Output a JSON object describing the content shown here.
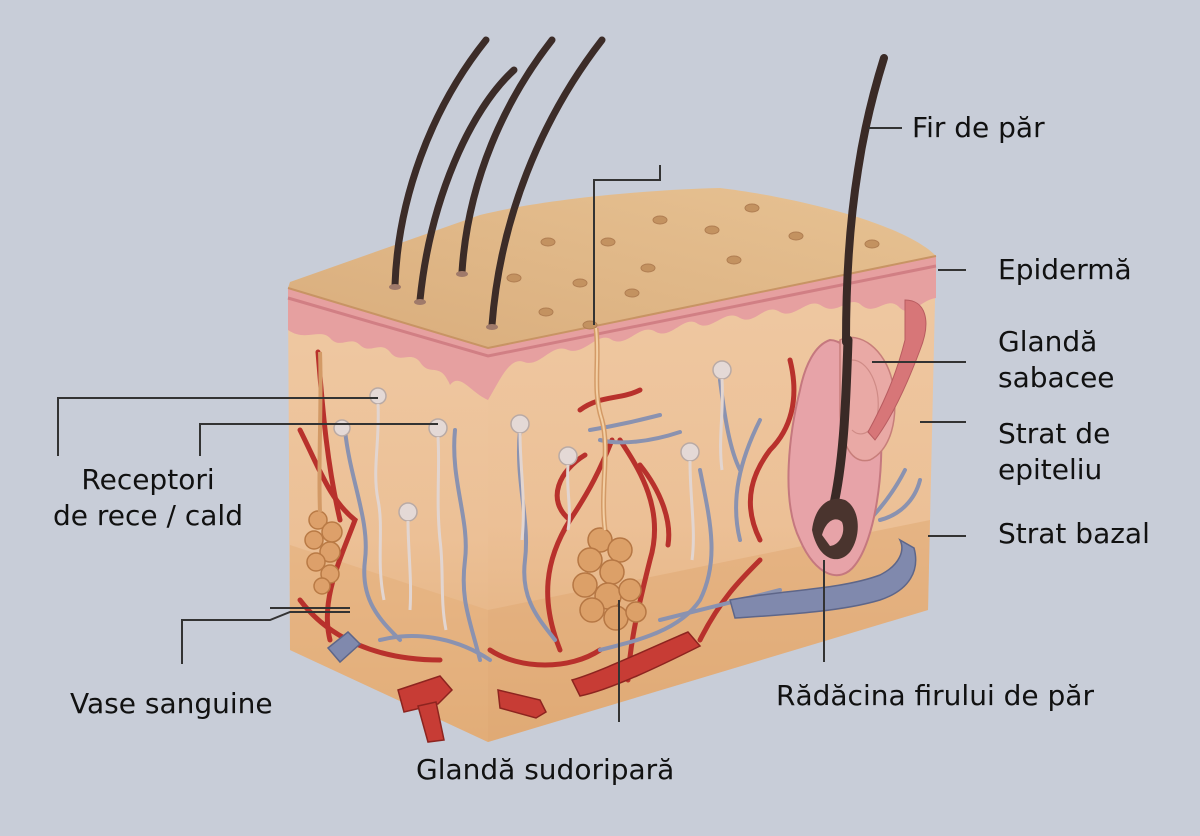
{
  "colors": {
    "background": "#c8cdd8",
    "epidermis_top": "#dcb383",
    "epidermis_layer": "#e9a7a4",
    "dermis": "#ecc39a",
    "hypodermis": "#e4b17d",
    "artery": "#b8312c",
    "vein": "#7d86a6",
    "hair": "#3a2a26",
    "leader_line": "#333333"
  },
  "labels": {
    "hair_shaft": "Fir de păr",
    "epidermis": "Epidermă",
    "sebaceous_gland": [
      "Glandă",
      "sabacee"
    ],
    "epithelium_layer": [
      "Strat de",
      "epiteliu"
    ],
    "basal_layer": "Strat bazal",
    "receptors": [
      "Receptori",
      "de rece / cald"
    ],
    "blood_vessels": "Vase sanguine",
    "sweat_gland": "Glandă sudoripară",
    "hair_root": "Rădăcina firului de păr"
  }
}
